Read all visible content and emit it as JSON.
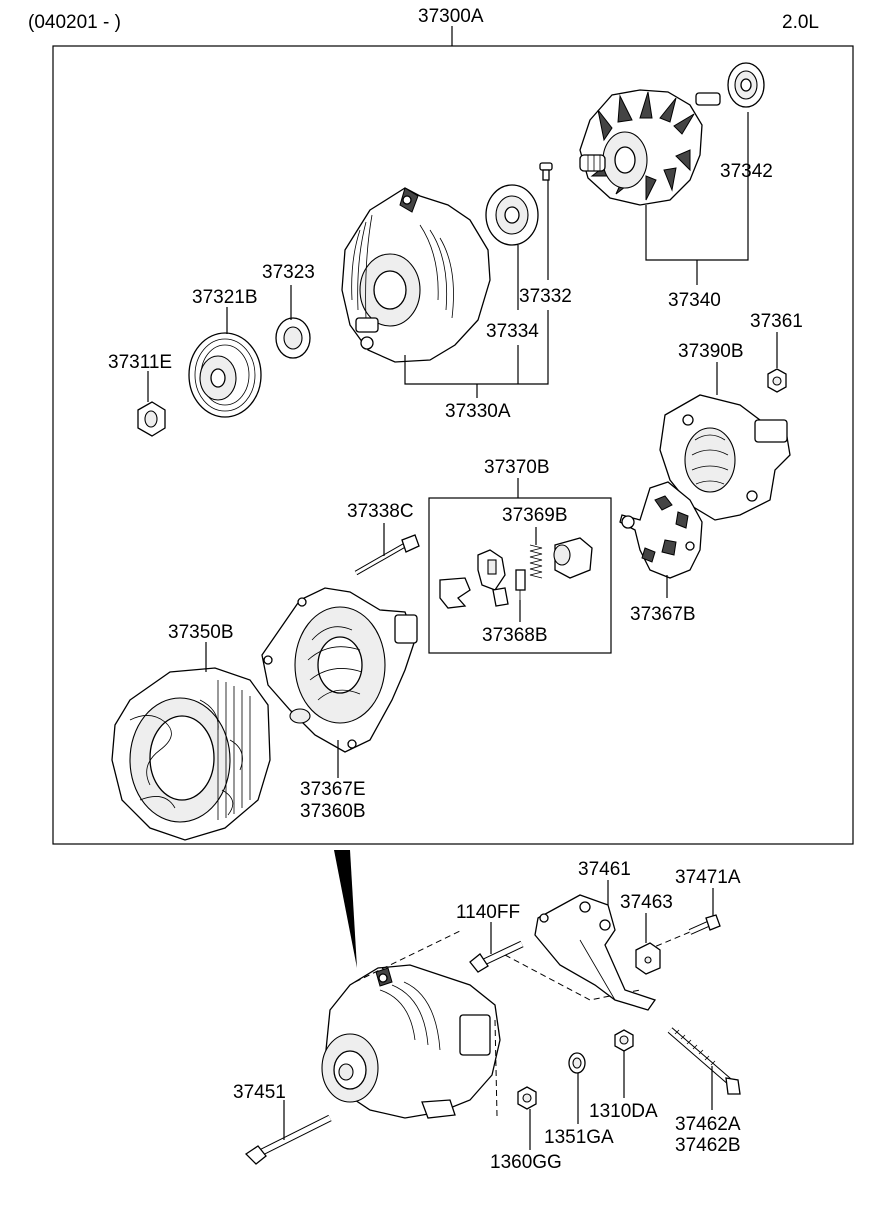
{
  "header": {
    "date_code": "(040201 - )",
    "assembly": "37300A",
    "engine": "2.0L"
  },
  "labels": {
    "p37342": "37342",
    "p37340": "37340",
    "p37323": "37323",
    "p37321B": "37321B",
    "p37332": "37332",
    "p37334": "37334",
    "p37311E": "37311E",
    "p37330A": "37330A",
    "p37361": "37361",
    "p37390B": "37390B",
    "p37370B": "37370B",
    "p37338C": "37338C",
    "p37369B": "37369B",
    "p37368B": "37368B",
    "p37367B": "37367B",
    "p37350B": "37350B",
    "p37367E": "37367E",
    "p37360B": "37360B",
    "p37461": "37461",
    "p37471A": "37471A",
    "p1140FF": "1140FF",
    "p37463": "37463",
    "p37451": "37451",
    "p1310DA": "1310DA",
    "p37462A": "37462A",
    "p1351GA": "1351GA",
    "p37462B": "37462B",
    "p1360GG": "1360GG"
  }
}
